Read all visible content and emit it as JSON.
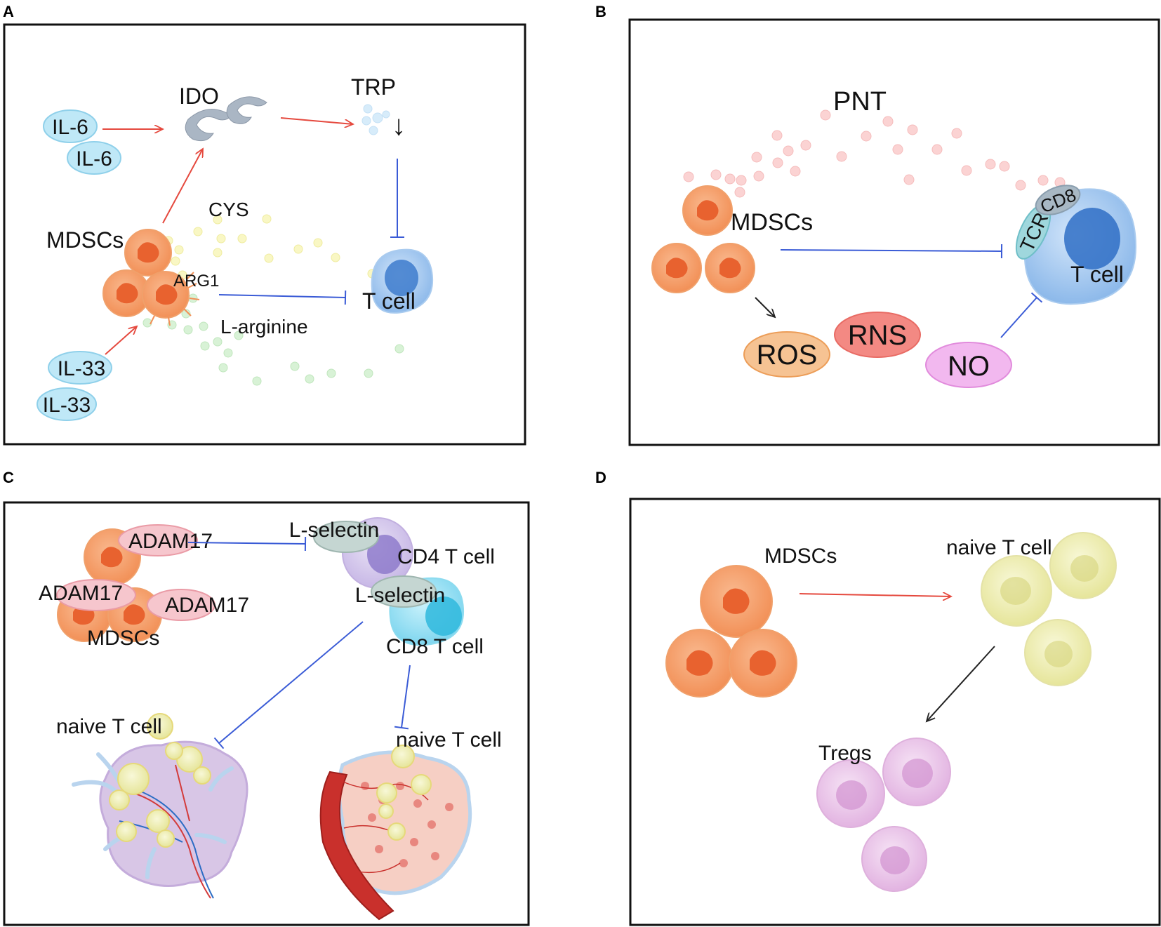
{
  "panels": {
    "A": {
      "label": "A",
      "il6": [
        "IL-6",
        "IL-6"
      ],
      "ido": "IDO",
      "trp": "TRP",
      "trp_arrow": "↓",
      "cys": "CYS",
      "mdscs": "MDSCs",
      "arg1": "ARG1",
      "l_arginine": "L-arginine",
      "tcell": "T cell",
      "il33": [
        "IL-33",
        "IL-33"
      ]
    },
    "B": {
      "label": "B",
      "pnt": "PNT",
      "mdscs": "MDSCs",
      "tcr": "TCR",
      "cd8": "CD8",
      "tcell": "T cell",
      "ros": "ROS",
      "rns": "RNS",
      "no": "NO"
    },
    "C": {
      "label": "C",
      "adam17": [
        "ADAM17",
        "ADAM17",
        "ADAM17"
      ],
      "lselectin": [
        "L-selectin",
        "L-selectin"
      ],
      "cd4": "CD4 T cell",
      "cd8": "CD8 T cell",
      "mdscs": "MDSCs",
      "naive": [
        "naive T cell",
        "naive T cell"
      ]
    },
    "D": {
      "label": "D",
      "mdscs": "MDSCs",
      "naive": "naive T cell",
      "tregs": "Tregs"
    }
  },
  "colors": {
    "activation_arrow": "#e5493e",
    "inhibition_line": "#3a5bd6",
    "mdsc_cell": "#f6a06a",
    "mdsc_nucleus": "#e8622f",
    "tcell_blue": "#8db9ea",
    "cytokine_blue": "#bfe8f7",
    "naive_yellow": "#efeeb0",
    "treg_pink": "#ebc3ea"
  }
}
